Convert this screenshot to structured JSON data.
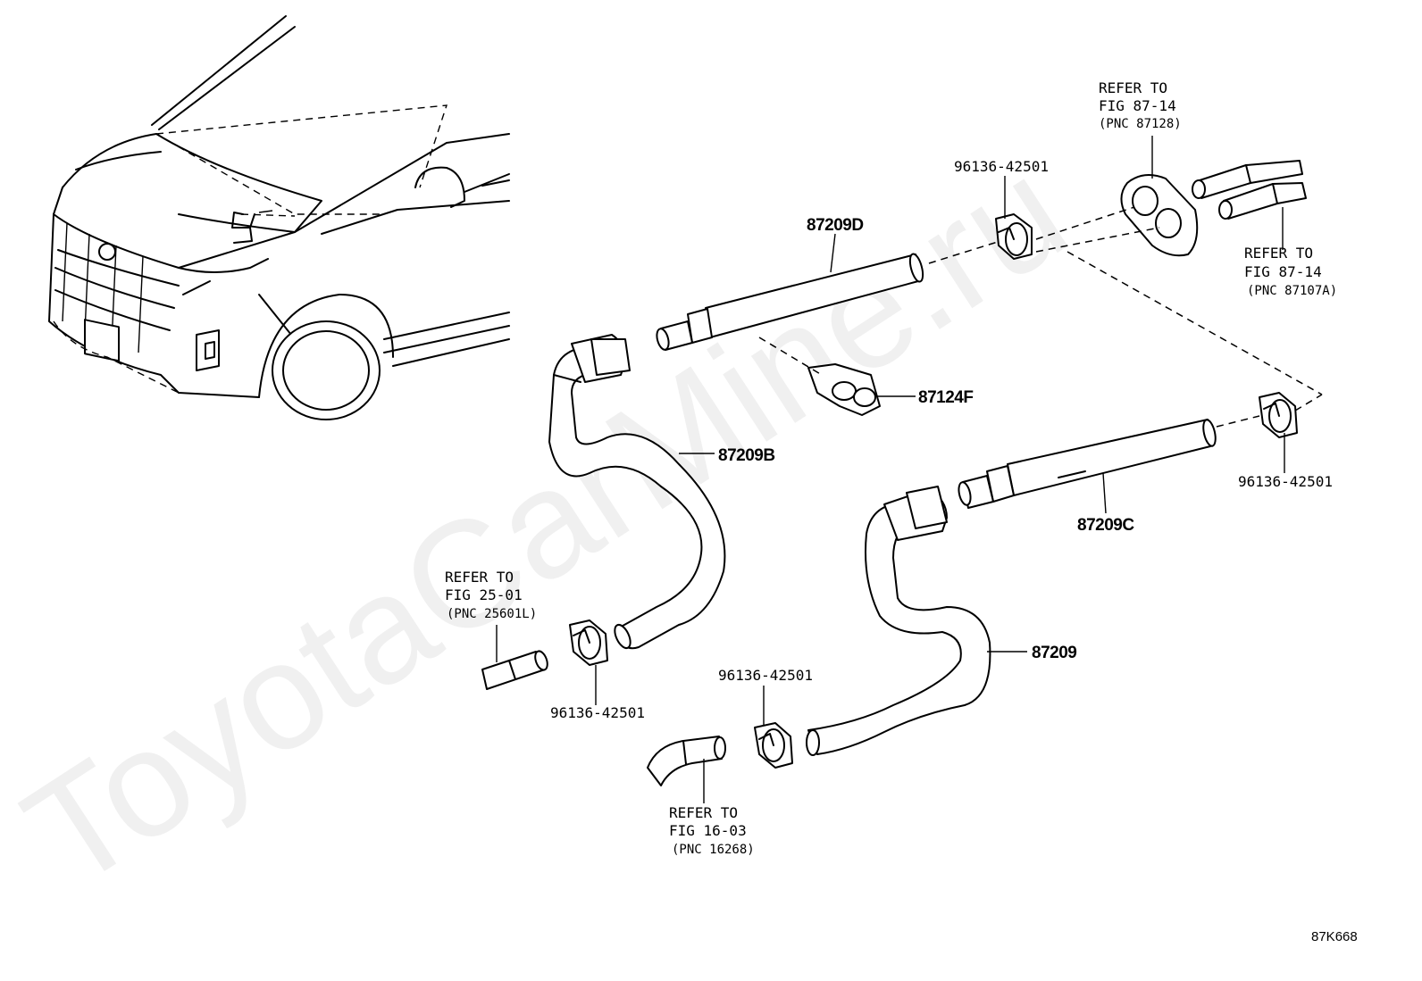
{
  "watermark": "ToyotaCarMine.ru",
  "figure_code": "87K668",
  "parts": {
    "hose_d": "87209D",
    "bracket": "87124F",
    "hose_b": "87209B",
    "hose_c": "87209C",
    "hose": "87209",
    "clamp_top": "96136-42501",
    "clamp_right": "96136-42501",
    "clamp_left": "96136-42501",
    "clamp_bottom": "96136-42501"
  },
  "refs": {
    "fig_87_14_a": {
      "line1": "REFER TO",
      "line2": "FIG 87-14",
      "line3": "(PNC 87128)"
    },
    "fig_87_14_b": {
      "line1": "REFER TO",
      "line2": "FIG 87-14",
      "line3": "(PNC 87107A)"
    },
    "fig_25_01": {
      "line1": "REFER TO",
      "line2": "FIG 25-01",
      "line3": "(PNC 25601L)"
    },
    "fig_16_03": {
      "line1": "REFER TO",
      "line2": "FIG 16-03",
      "line3": "(PNC 16268)"
    }
  }
}
